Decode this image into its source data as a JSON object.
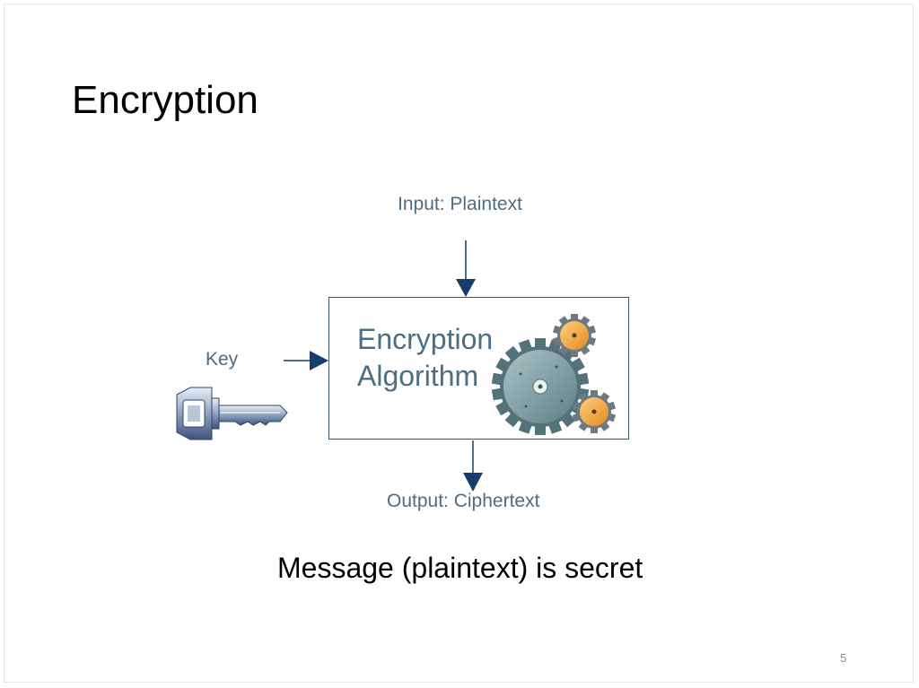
{
  "slide": {
    "title": "Encryption",
    "caption": "Message (plaintext) is secret",
    "page_number": "5"
  },
  "diagram": {
    "input_label": "Input: Plaintext",
    "output_label": "Output: Ciphertext",
    "key_label": "Key",
    "algorithm_line1": "Encryption",
    "algorithm_line2": "Algorithm",
    "icons": [
      "key-icon",
      "gears-icon"
    ]
  },
  "colors": {
    "label_text": "#4d6d82",
    "arrow": "#163d6b",
    "box_border": "#3c5a6e",
    "gear_large": "#7f9ea3",
    "gear_small": "#f0a83c"
  }
}
